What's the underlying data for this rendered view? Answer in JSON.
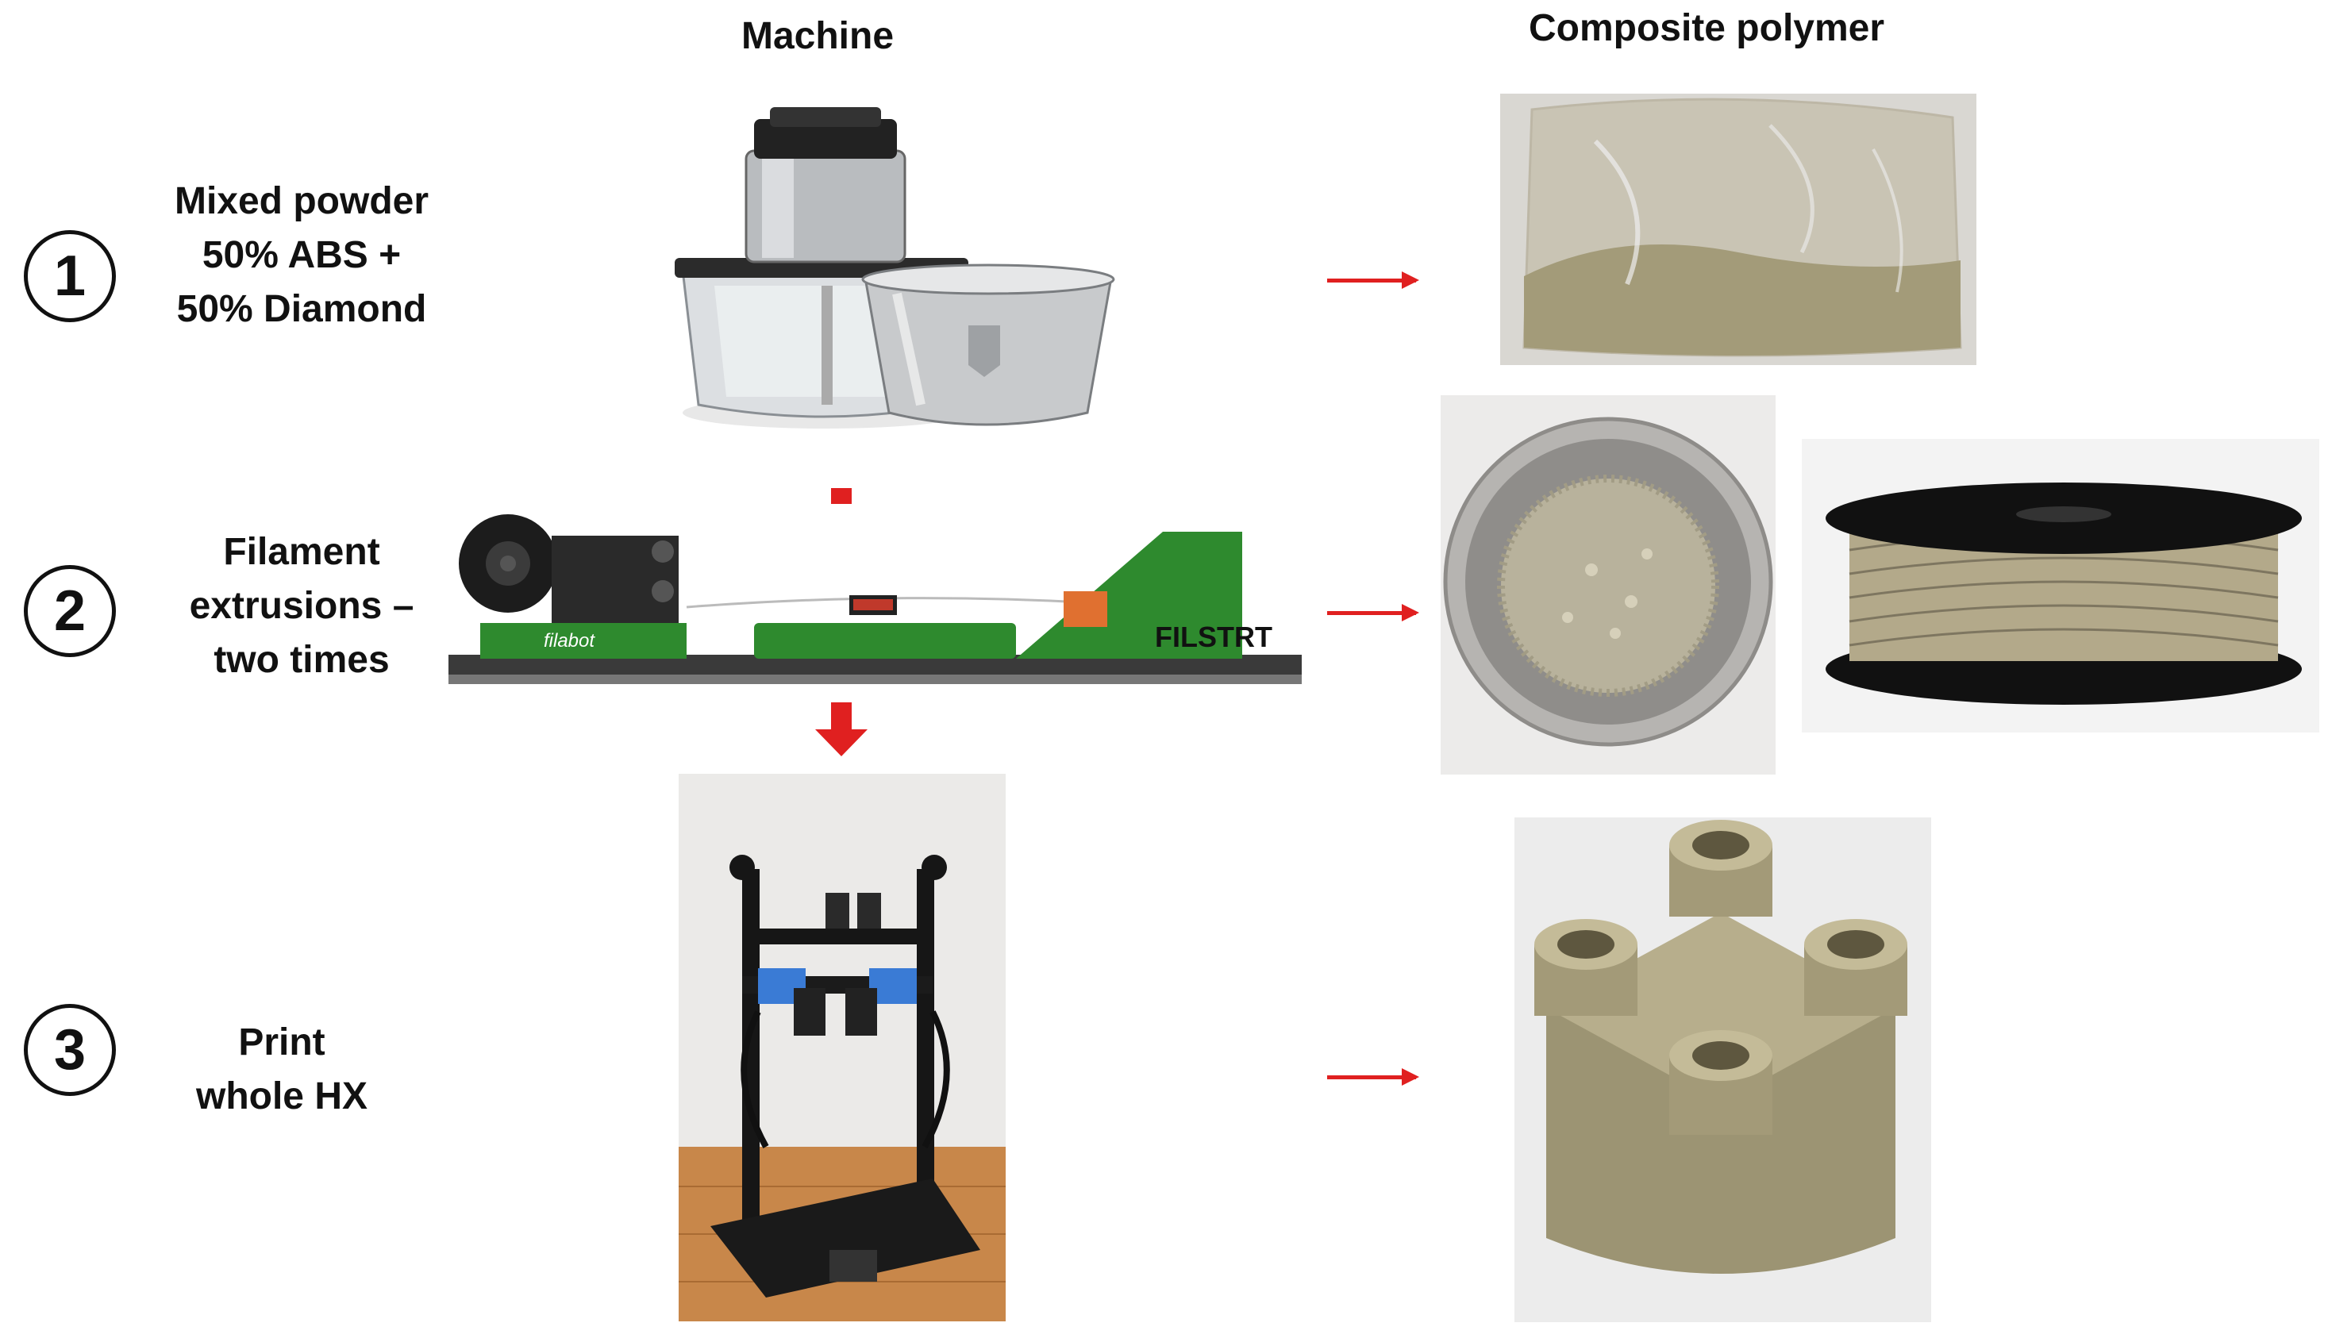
{
  "headers": {
    "machine": "Machine",
    "composite": "Composite polymer"
  },
  "steps": [
    {
      "number": "1",
      "lines": [
        "Mixed powder",
        "50% ABS +",
        "50% Diamond"
      ]
    },
    {
      "number": "2",
      "lines": [
        "Filament",
        "extrusions –",
        "two times"
      ]
    },
    {
      "number": "3",
      "lines": [
        "Print",
        "whole HX"
      ]
    }
  ],
  "photo_text": {
    "filabot_brand": "filabot",
    "filabot_sign": "FILSTRT"
  },
  "colors": {
    "arrow_red": "#e02020",
    "extruder_green": "#2e8a2e",
    "polymer_beige": "#b3a98a"
  }
}
